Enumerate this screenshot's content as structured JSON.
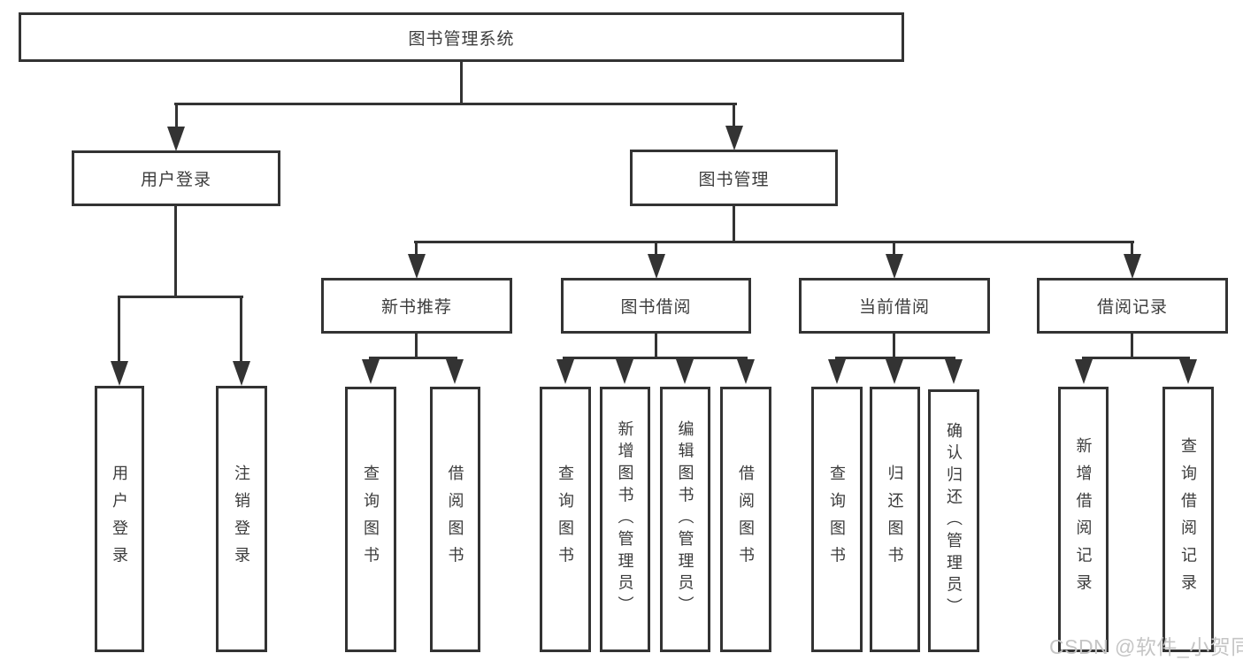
{
  "tree": {
    "label": "图书管理系统",
    "children": [
      {
        "label": "用户登录",
        "children": [
          {
            "label": "用户登录"
          },
          {
            "label": "注销登录"
          }
        ]
      },
      {
        "label": "图书管理",
        "children": [
          {
            "label": "新书推荐",
            "children": [
              {
                "label": "查询图书"
              },
              {
                "label": "借阅图书"
              }
            ]
          },
          {
            "label": "图书借阅",
            "children": [
              {
                "label": "查询图书"
              },
              {
                "label": "新增图书（管理员）"
              },
              {
                "label": "编辑图书（管理员）"
              },
              {
                "label": "借阅图书"
              }
            ]
          },
          {
            "label": "当前借阅",
            "children": [
              {
                "label": "查询图书"
              },
              {
                "label": "归还图书"
              },
              {
                "label": "确认归还（管理员）"
              }
            ]
          },
          {
            "label": "借阅记录",
            "children": [
              {
                "label": "新增借阅记录"
              },
              {
                "label": "查询借阅记录"
              }
            ]
          }
        ]
      }
    ]
  },
  "watermark": {
    "text": "CSDN @软件_小贺同学"
  },
  "colors": {
    "line": "#333333",
    "box-bg": "#ffffff",
    "page-bg": "#ffffff",
    "text": "#3c3c3c",
    "watermark": "#c5c5c5"
  }
}
